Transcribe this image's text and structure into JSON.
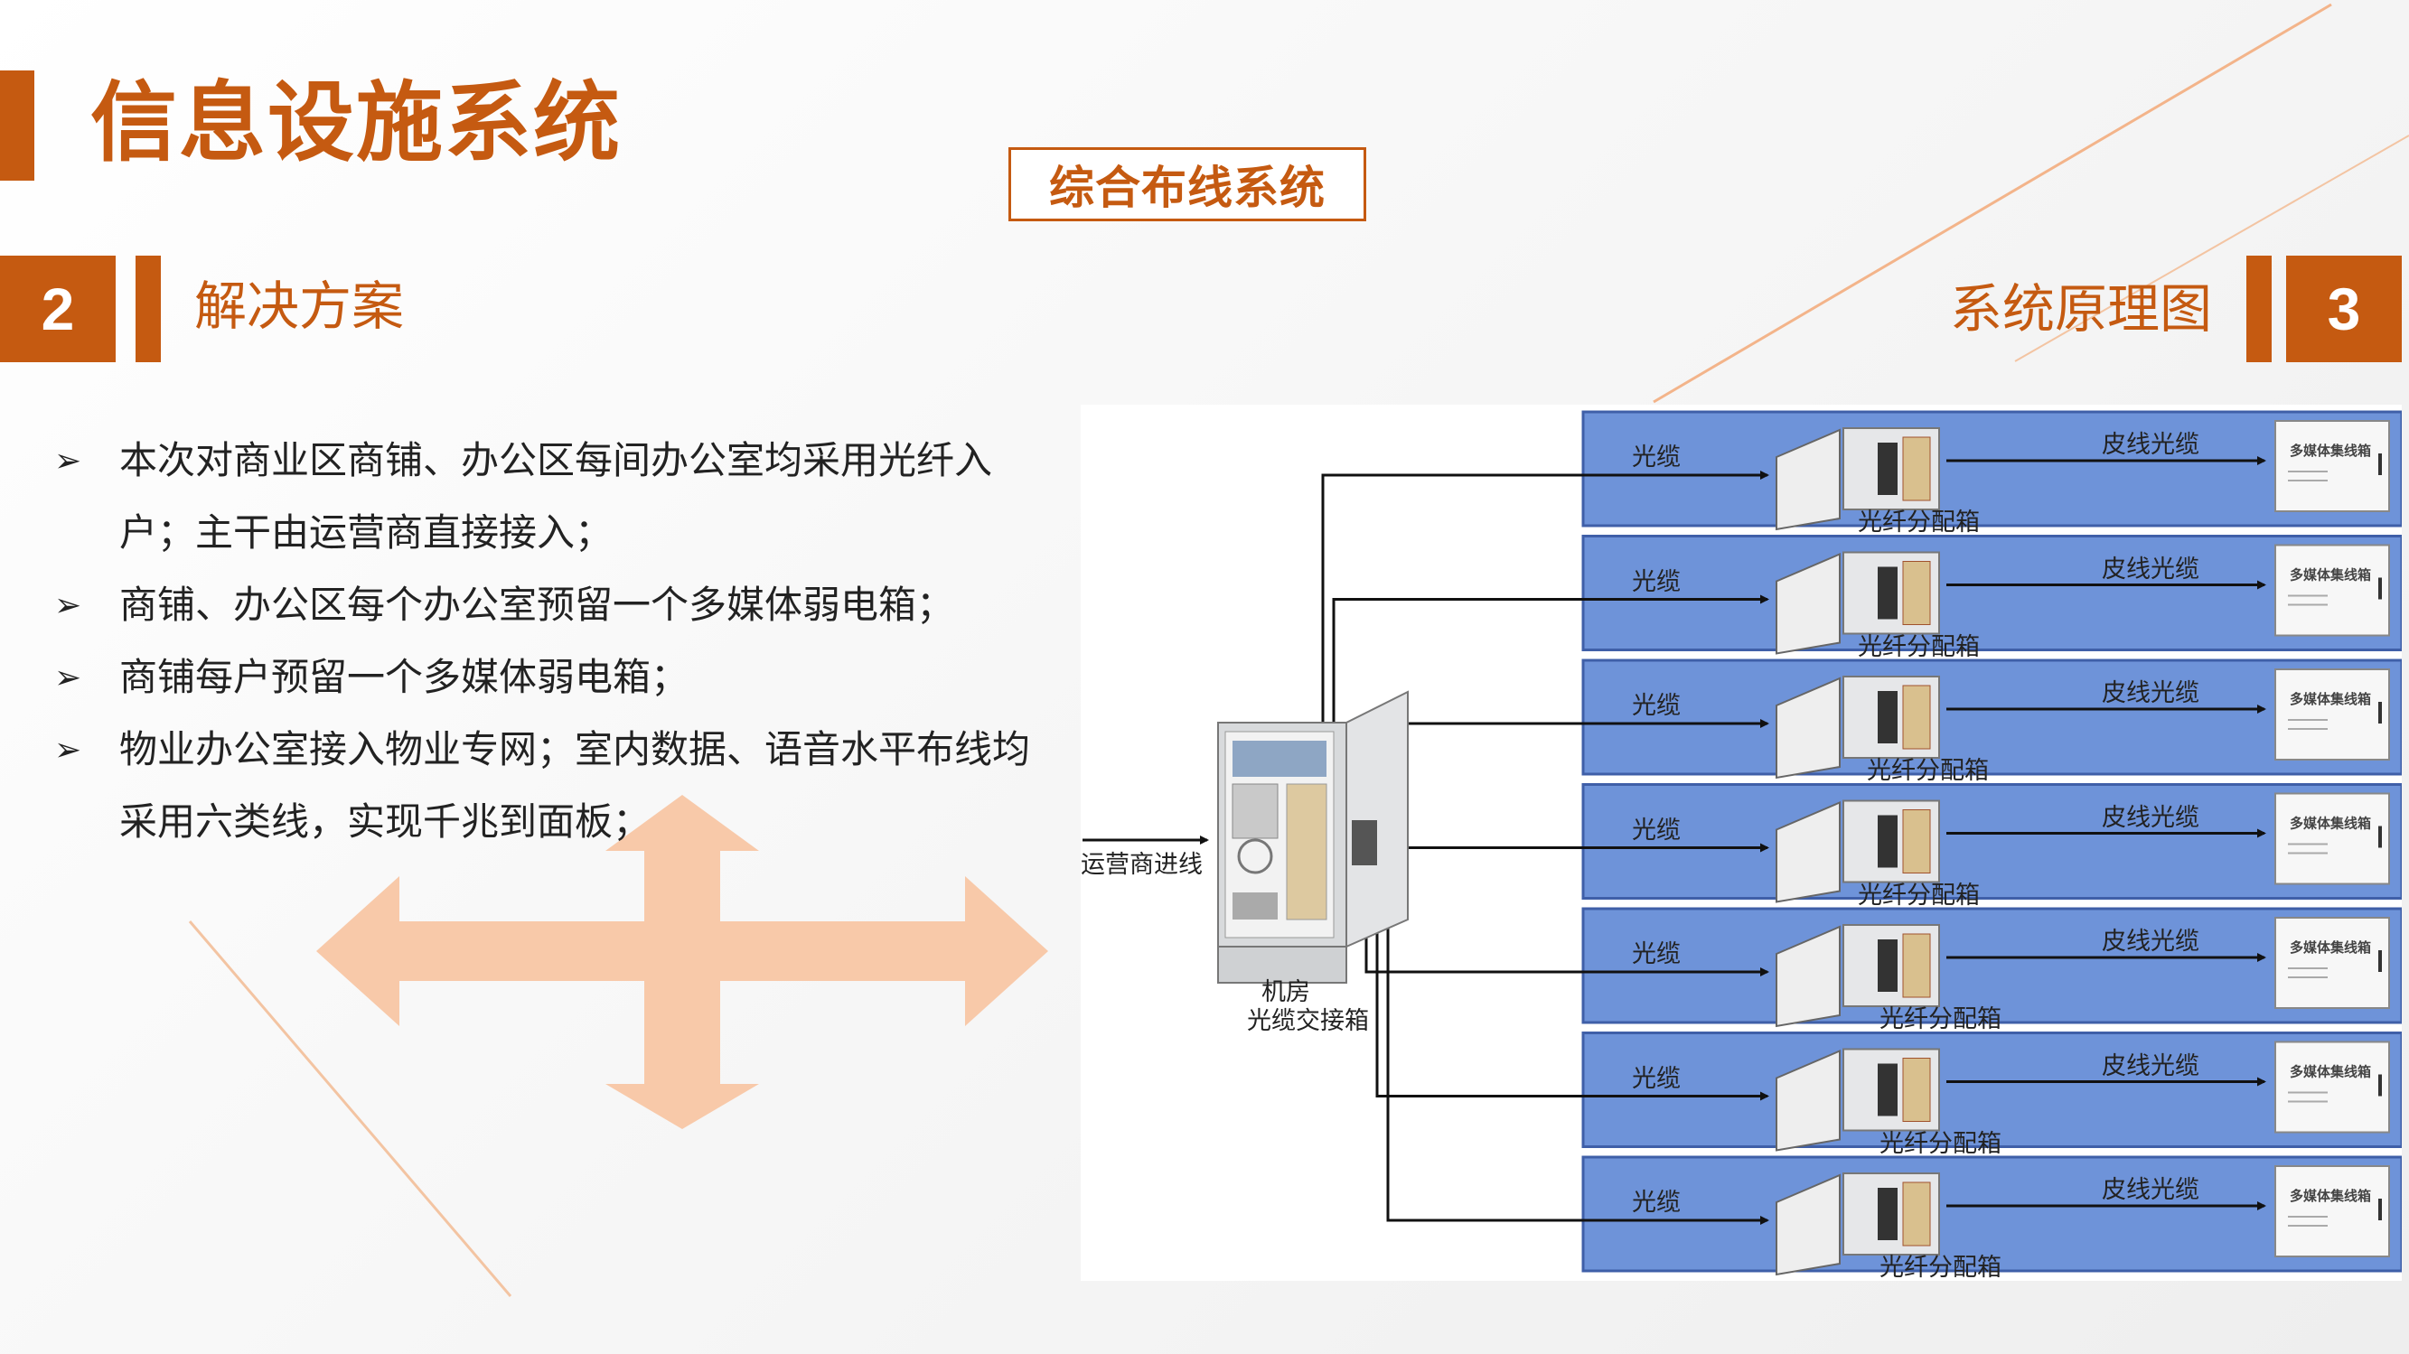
{
  "header": {
    "title": "信息设施系统",
    "subsystem": "综合布线系统"
  },
  "sections": {
    "left": {
      "number": "2",
      "title": "解决方案"
    },
    "right": {
      "number": "3",
      "title": "系统原理图"
    }
  },
  "bullets": [
    "本次对商业区商铺、办公区每间办公室均采用光纤入户；主干由运营商直接接入；",
    "商铺、办公区每个办公室预留一个多媒体弱电箱；",
    "商铺每户预留一个多媒体弱电箱；",
    "物业办公室接入物业专网；室内数据、语音水平布线均采用六类线，实现千兆到面板；"
  ],
  "diagram": {
    "incoming_label": "运营商进线",
    "cabinet_label_line1": "机房",
    "cabinet_label_line2": "光缆交接箱",
    "cable_label": "光缆",
    "box_label": "光纤分配箱",
    "drop_cable_label": "皮线光缆",
    "media_box_text": "多媒体集线箱",
    "rows": [
      {
        "cable": "光缆",
        "box": "光纤分配箱",
        "drop": "皮线光缆"
      },
      {
        "cable": "光缆",
        "box": "光纤分配箱",
        "drop": "皮线光缆"
      },
      {
        "cable": "光缆",
        "box": "光纤分配箱",
        "drop": "皮线光缆"
      },
      {
        "cable": "光缆",
        "box": "光纤分配箱",
        "drop": "皮线光缆"
      },
      {
        "cable": "光缆",
        "box": "光纤分配箱",
        "drop": "皮线光缆"
      },
      {
        "cable": "光缆",
        "box": "光纤分配箱",
        "drop": "皮线光缆"
      },
      {
        "cable": "光缆",
        "box": "光纤分配箱",
        "drop": "皮线光缆"
      }
    ]
  },
  "colors": {
    "accent": "#c55a11",
    "arrow_fill": "#f8c9a9",
    "row_fill": "#6e93d9",
    "row_border": "#3f5fa8"
  }
}
